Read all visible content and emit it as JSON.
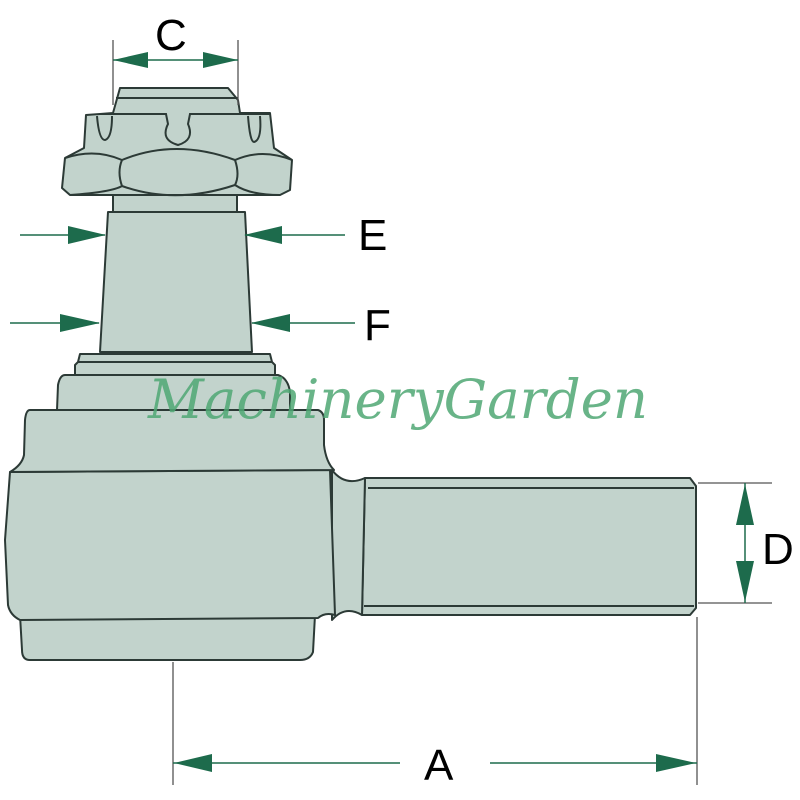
{
  "labels": {
    "a": "A",
    "c": "C",
    "d": "D",
    "e": "E",
    "f": "F"
  },
  "watermark": "MachineryGarden",
  "colors": {
    "part_fill": "#c2d3cc",
    "arrow": "#1d6b4c",
    "watermark": "#4fa874"
  }
}
